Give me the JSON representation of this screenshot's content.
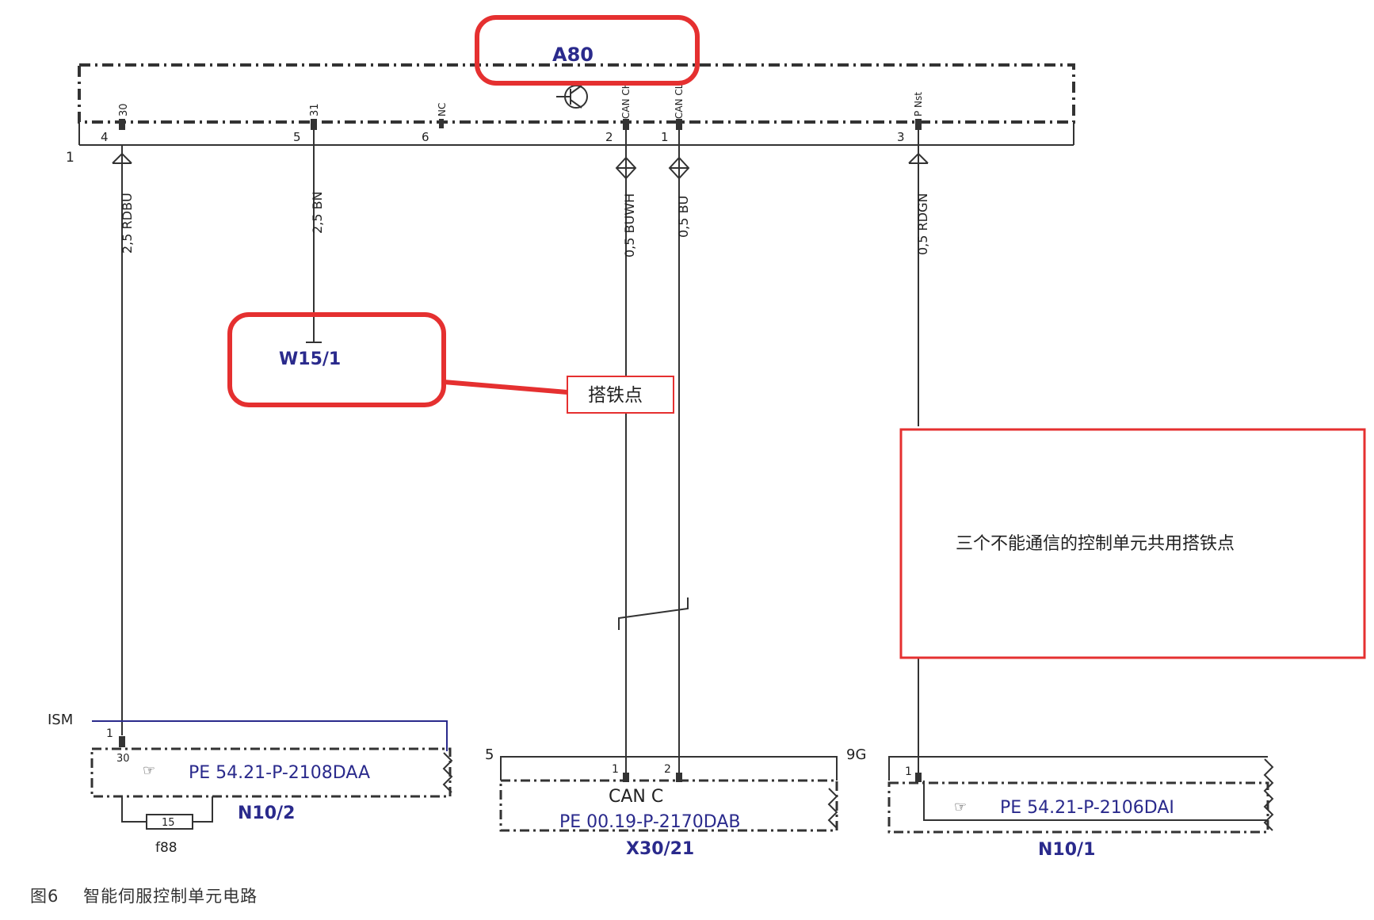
{
  "module_top": {
    "name": "A80",
    "ground_ref": "1",
    "pins": [
      {
        "num": "4",
        "label": "30"
      },
      {
        "num": "5",
        "label": "31"
      },
      {
        "num": "6",
        "label": "NC"
      },
      {
        "num": "2",
        "label": "CAN CH"
      },
      {
        "num": "1",
        "label": "CAN CL"
      },
      {
        "num": "3",
        "label": "P Nst"
      }
    ]
  },
  "wires": [
    {
      "label": "2,5 RDBU"
    },
    {
      "label": "2,5 BN"
    },
    {
      "label": "0,5 BUWH"
    },
    {
      "label": "0,5 BU"
    },
    {
      "label": "0,5 RDGN"
    }
  ],
  "ground_point": {
    "name": "W15/1"
  },
  "annotations": {
    "ground_label": "搭铁点",
    "shared_ground_note": "三个不能通信的控制单元共用搭铁点"
  },
  "bottom_modules": {
    "left": {
      "top_label": "ISM",
      "pin_num": "1",
      "pin_label": "30",
      "ref": "PE 54.21-P-2108DAA",
      "name": "N10/2",
      "fuse_value": "15",
      "fuse_name": "f88"
    },
    "middle": {
      "top_label": "5",
      "top_label_right": "9G",
      "pin1": "1",
      "pin2": "2",
      "bus": "CAN C",
      "ref": "PE 00.19-P-2170DAB",
      "name": "X30/21"
    },
    "right": {
      "pin_num": "1",
      "ref": "PE 54.21-P-2106DAI",
      "name": "N10/1"
    }
  },
  "caption": {
    "fig": "图6",
    "title": "智能伺服控制单元电路"
  },
  "colors": {
    "highlight": "#e53030",
    "module_blue": "#2a2a8c"
  }
}
